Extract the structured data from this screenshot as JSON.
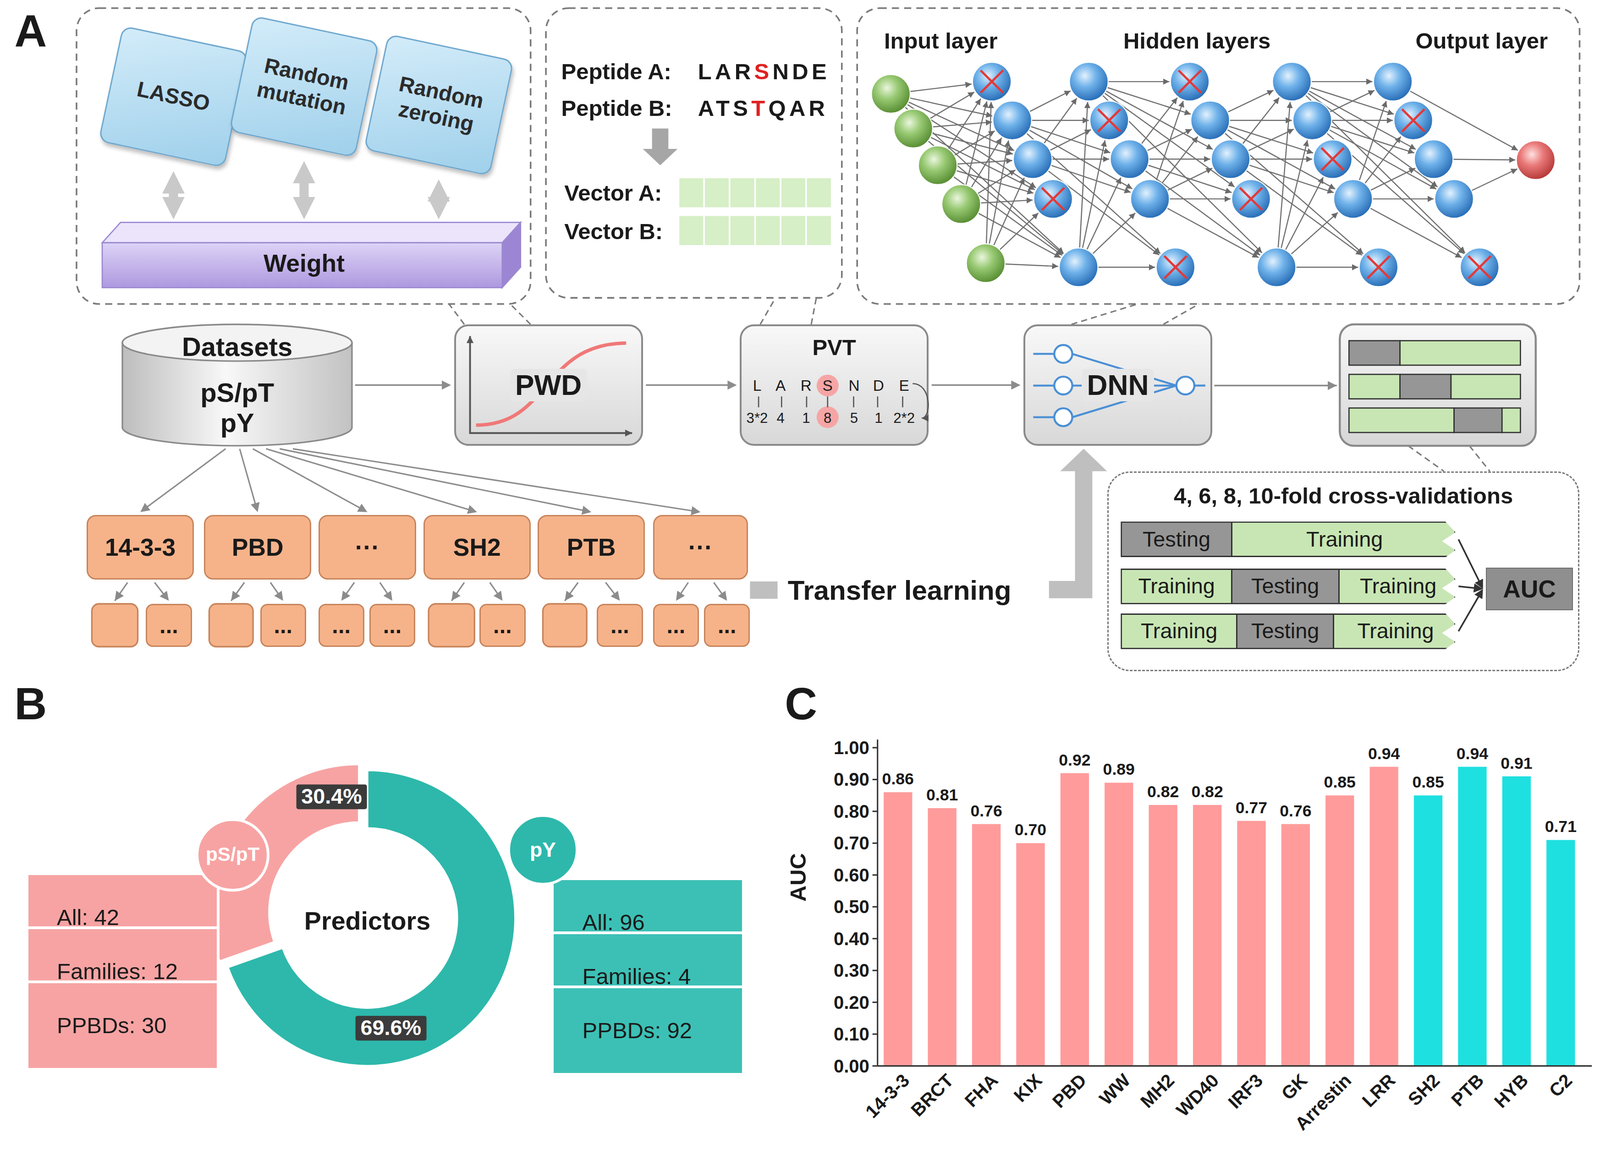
{
  "diagram": {
    "nodes": [
      {
        "text": [
          "LASSO"
        ]
      },
      {
        "text": [
          "Random mutation"
        ]
      },
      {
        "text": [
          "Random zeroing"
        ]
      },
      {
        "text": [
          "Weight"
        ]
      },
      {
        "text": [
          "Datasets",
          "pS/pT",
          "pY"
        ]
      },
      {
        "text": [
          "PWD"
        ]
      },
      {
        "text": [
          "PVT"
        ]
      },
      {
        "text": [
          "DNN"
        ]
      },
      {
        "text": [
          "14-3-3"
        ]
      },
      {
        "text": [
          "PBD"
        ]
      },
      {
        "text": [
          "···"
        ]
      },
      {
        "text": [
          "SH2"
        ]
      },
      {
        "text": [
          "PTB"
        ]
      },
      {
        "text": [
          "···"
        ]
      },
      {
        "text": [
          "..."
        ]
      },
      {
        "text": [
          "..."
        ]
      },
      {
        "text": [
          "..."
        ]
      },
      {
        "text": [
          "..."
        ]
      },
      {
        "text": [
          "..."
        ]
      },
      {
        "text": [
          "..."
        ]
      },
      {
        "text": [
          "..."
        ]
      },
      {
        "text": [
          "..."
        ]
      },
      {
        "text": [
          "4, 6, 8, 10-fold cross-validations"
        ]
      },
      {
        "text": [
          "Testing",
          "Training"
        ],
        "in": 22
      },
      {
        "text": [
          "Training",
          "Testing",
          "Training"
        ],
        "in": 22
      },
      {
        "text": [
          "Training",
          "Testing",
          "Training"
        ],
        "in": 22
      },
      {
        "text": [
          "AUC"
        ],
        "in": 22
      },
      {
        "text": [
          "pS/pT"
        ]
      },
      {
        "text": [
          "All: 42"
        ]
      },
      {
        "text": [
          "Families: 12"
        ]
      },
      {
        "text": [
          "PPBDs: 30"
        ]
      },
      {
        "text": [
          "pY"
        ]
      },
      {
        "text": [
          "All: 96"
        ]
      },
      {
        "text": [
          "Families: 4"
        ]
      },
      {
        "text": [
          "PPBDs: 92"
        ]
      }
    ],
    "edges": [
      {
        "from": 0,
        "to": 3,
        "arrow": "both"
      },
      {
        "from": 1,
        "to": 3,
        "arrow": "both"
      },
      {
        "from": 2,
        "to": 3,
        "arrow": "both"
      },
      {
        "from": 4,
        "to": 5,
        "arrow": "to"
      },
      {
        "from": 5,
        "to": 6,
        "arrow": "to"
      },
      {
        "from": 6,
        "to": 7,
        "arrow": "to"
      },
      {
        "from": 4,
        "to": 8,
        "arrow": "to"
      },
      {
        "from": 4,
        "to": 9,
        "arrow": "to"
      },
      {
        "from": 4,
        "to": 10,
        "arrow": "to"
      },
      {
        "from": 4,
        "to": 11,
        "arrow": "to"
      },
      {
        "from": 4,
        "to": 12,
        "arrow": "to"
      },
      {
        "from": 4,
        "to": 13,
        "arrow": "to"
      },
      {
        "from": 8,
        "to": 14,
        "arrow": "to"
      },
      {
        "from": 9,
        "to": 15,
        "arrow": "to"
      },
      {
        "from": 10,
        "to": 16,
        "arrow": "to"
      },
      {
        "from": 10,
        "to": 17,
        "arrow": "to"
      },
      {
        "from": 11,
        "to": 18,
        "arrow": "to"
      },
      {
        "from": 12,
        "to": 19,
        "arrow": "to"
      },
      {
        "from": 13,
        "to": 20,
        "arrow": "to"
      },
      {
        "from": 13,
        "to": 21,
        "arrow": "to"
      },
      {
        "from": 23,
        "to": 26,
        "arrow": "to"
      },
      {
        "from": 24,
        "to": 26,
        "arrow": "to"
      },
      {
        "from": 25,
        "to": 26,
        "arrow": "to"
      }
    ],
    "labels": [
      "A",
      "Peptide A:",
      "LARSNDE",
      "Peptide B:",
      "ATSTQAR",
      "Vector A:",
      "Vector B:",
      "Input layer",
      "Hidden layers",
      "Output layer",
      "L",
      "A",
      "R",
      "S",
      "N",
      "D",
      "E",
      "3*2",
      "4",
      "1",
      "8",
      "5",
      "1",
      "2*2",
      "Transfer learning",
      "B",
      "Predictors",
      "30.4%",
      "69.6%",
      "C",
      "AUC",
      "1.00",
      "0.90",
      "0.80",
      "0.70",
      "0.60",
      "0.50",
      "0.40",
      "0.30",
      "0.20",
      "0.10",
      "0.00",
      "0.86",
      "0.81",
      "0.76",
      "0.70",
      "0.92",
      "0.89",
      "0.82",
      "0.82",
      "0.77",
      "0.76",
      "0.85",
      "0.94",
      "0.85",
      "0.94",
      "0.91",
      "0.71",
      "14-3-3",
      "BRCT",
      "FHA",
      "KIX",
      "PBD",
      "WW",
      "MH2",
      "WD40",
      "IRF3",
      "GK",
      "Arrestin",
      "LRR",
      "SH2",
      "PTB",
      "HYB",
      "C2"
    ]
  }
}
